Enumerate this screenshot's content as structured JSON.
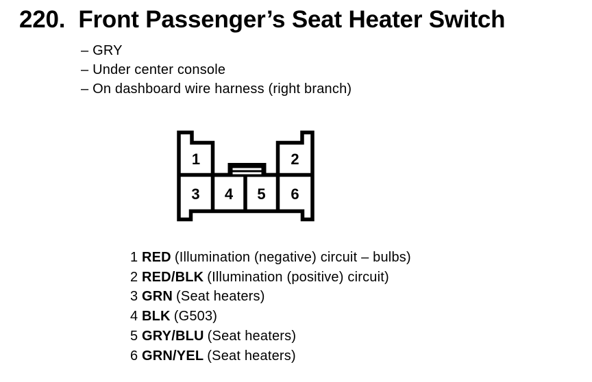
{
  "colors": {
    "ink": "#000000",
    "paper": "#ffffff"
  },
  "header": {
    "section_number": "220.",
    "title": "Front Passenger’s Seat Heater Switch"
  },
  "details": [
    "– GRY",
    "– Under center console",
    "– On dashboard wire harness (right branch)"
  ],
  "connector": {
    "pins": [
      "1",
      "2",
      "3",
      "4",
      "5",
      "6"
    ]
  },
  "legend": [
    {
      "pin": "1",
      "wire_color": "RED",
      "desc": "(Illumination (negative) circuit – bulbs)"
    },
    {
      "pin": "2",
      "wire_color": "RED/BLK",
      "desc": "(Illumination (positive) circuit)"
    },
    {
      "pin": "3",
      "wire_color": "GRN",
      "desc": "(Seat heaters)"
    },
    {
      "pin": "4",
      "wire_color": "BLK",
      "desc": "(G503)"
    },
    {
      "pin": "5",
      "wire_color": "GRY/BLU",
      "desc": "(Seat heaters)"
    },
    {
      "pin": "6",
      "wire_color": "GRN/YEL",
      "desc": "(Seat heaters)"
    }
  ]
}
